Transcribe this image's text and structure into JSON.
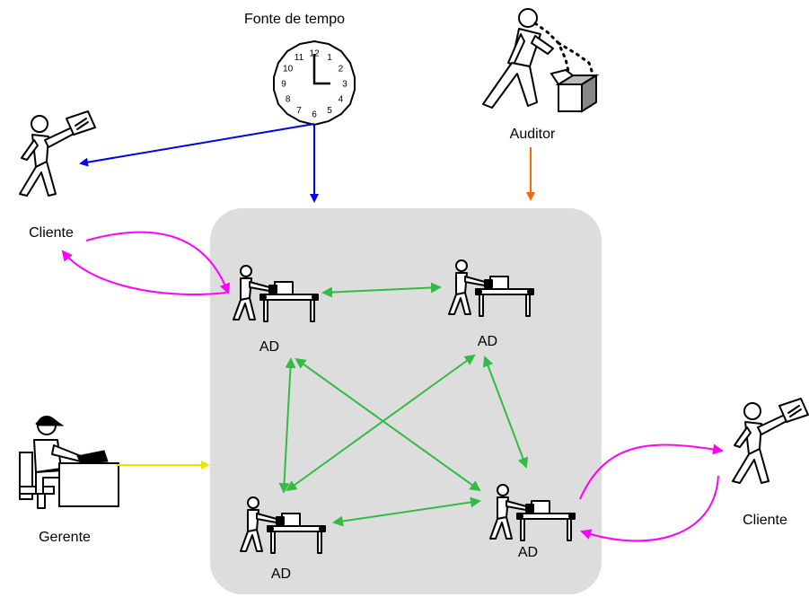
{
  "labels": {
    "time_source": "Fonte de tempo",
    "auditor": "Auditor",
    "client_left": "Cliente",
    "client_right": "Cliente",
    "manager": "Gerente",
    "ad_top_left": "AD",
    "ad_top_right": "AD",
    "ad_bottom_left": "AD",
    "ad_bottom_right": "AD"
  },
  "clock": {
    "numbers": [
      "12",
      "1",
      "2",
      "3",
      "4",
      "5",
      "6",
      "7",
      "8",
      "9",
      "10",
      "11"
    ]
  },
  "colors": {
    "time_arrow": "#0000ee",
    "auditor_arrow": "#ff6600",
    "client_arrow": "#ff00ff",
    "manager_arrow": "#e6e600",
    "ad_arrow": "#33bb44",
    "domain_box": "#dddddd"
  },
  "icons": {
    "clock": "clock-icon",
    "auditor": "auditor-figure-icon",
    "client": "walking-person-with-document-icon",
    "manager": "manager-at-desk-icon",
    "ad": "person-at-workstation-icon"
  }
}
